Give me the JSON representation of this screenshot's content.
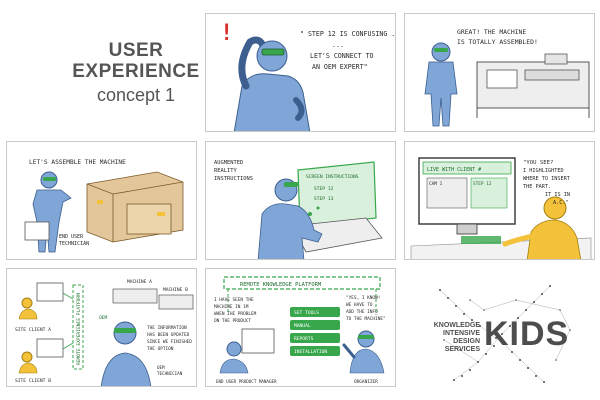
{
  "title": {
    "line1": "USER",
    "line2": "EXPERIENCE",
    "line3": "concept 1"
  },
  "panels": {
    "p1": {
      "exclaim": "!",
      "speech_1": "\" STEP 12 IS CONFUSING ...",
      "speech_2": "LET'S CONNECT TO",
      "speech_3": "AN OEM EXPERT\""
    },
    "p2": {
      "speech_1": "GREAT! THE MACHINE",
      "speech_2": "IS TOTALLY ASSEMBLED!"
    },
    "p3": {
      "speech": "LET'S ASSEMBLE THE MACHINE",
      "caption_1": "END USER",
      "caption_2": "TECHNICIAN"
    },
    "p4": {
      "caption_1": "AUGMENTED",
      "caption_2": "REALITY",
      "caption_3": "INSTRUCTIONS",
      "screen_1": "SCREEN INSTRUCTIONS",
      "screen_2": "STEP 12",
      "screen_3": "STEP 13"
    },
    "p5": {
      "header": "LIVE WITH CLIENT #",
      "label_a": "CAM 1",
      "label_b": "STEP 12",
      "speech_1": "\"YOU SEE?",
      "speech_2": "I HIGHLIGHTED",
      "speech_3": "WHERE TO INSERT",
      "speech_4": "THE PART.",
      "speech_5": "IT IS IN",
      "speech_6": "A.C.\""
    },
    "p6": {
      "label_a": "SITE CLIENT A",
      "label_b": "SITE CLIENT B",
      "vert": "REMOTE EXPERIENCE PLATFORM",
      "machine_a": "MACHINE A",
      "machine_b": "MACHINE B",
      "note_1": "THE INFORMATION",
      "note_2": "HAS BEEN UPDATED",
      "note_3": "SINCE WE FINISHED",
      "note_4": "THE OPTION",
      "badge": "OEM",
      "caption_1": "OEM",
      "caption_2": "TECHNICIAN"
    },
    "p7": {
      "banner": "REMOTE KNOWLEDGE PLATFORM",
      "speech_l1": "I HAVE SEEN THE",
      "speech_l2": "MACHINE IN 1M",
      "speech_l3": "WHEN THE PROBLEM",
      "speech_l4": "ON THE PRODUCT",
      "speech_r1": "\"YES, I KNOW!",
      "speech_r2": "WE HAVE TO",
      "speech_r3": "ADD THE INFO",
      "speech_r4": "TO THE MACHINE\"",
      "items": [
        "SET TOOLS",
        "MANUAL",
        "REPORTS",
        "INSTALLATION"
      ],
      "caption_l": "END USER PRODUCT MANAGER",
      "caption_r": "ORGANIZER"
    },
    "kids": {
      "word": "KIDS",
      "line1": "KNOWLEDGE",
      "line2": "INTENSIVE",
      "line3": "DESIGN",
      "line4": "SERVICES"
    }
  },
  "colors": {
    "figure_blue": "#7fa6d6",
    "figure_blue_dark": "#5b86c0",
    "accent_green": "#38a74c",
    "warn_red": "#d9312b",
    "box_tan": "#e3c79b",
    "client_yellow": "#f3c13a",
    "screen_green": "#d9f0dc"
  }
}
